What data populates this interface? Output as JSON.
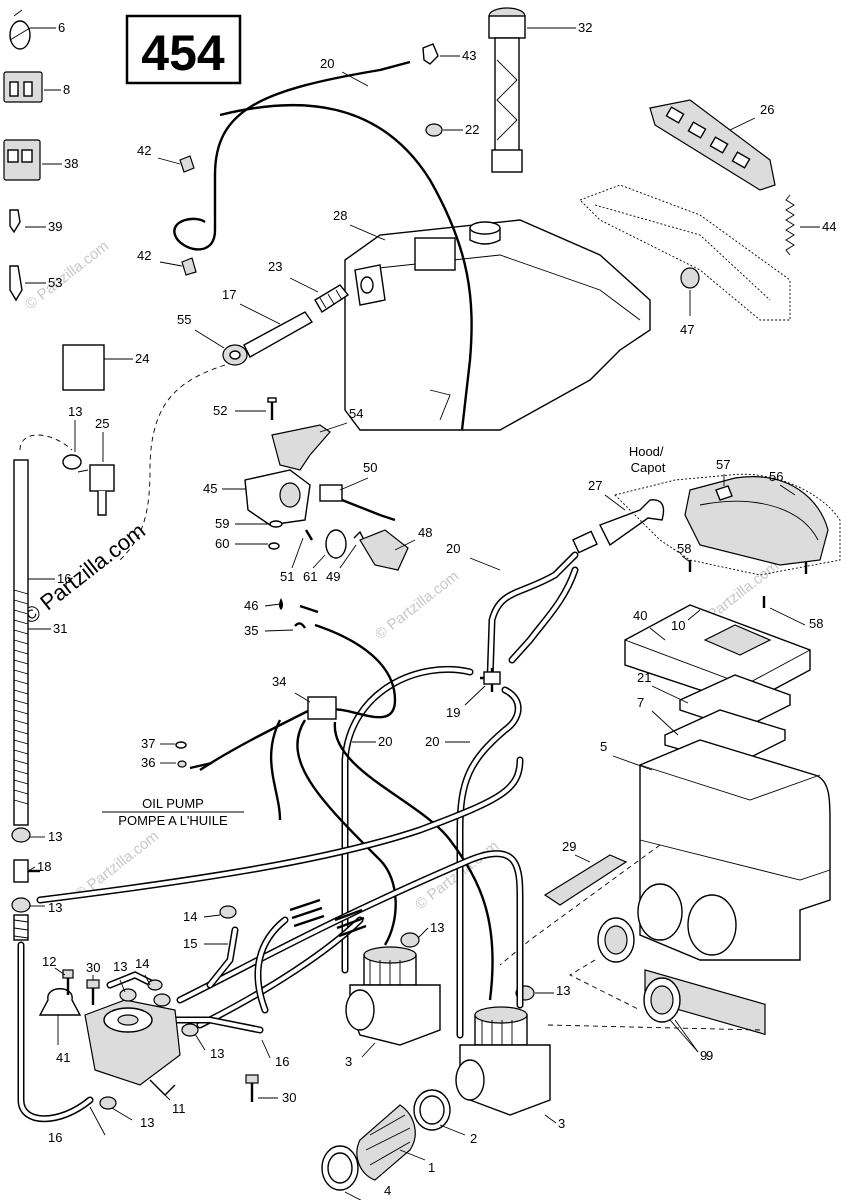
{
  "diagram_id": "454",
  "watermark": "© Partzilla.com",
  "labels": {
    "hood": "Hood/\nCapot",
    "oil_pump": "OIL PUMP",
    "pompe": "POMPE A L'HUILE"
  },
  "callouts": [
    "6",
    "8",
    "38",
    "39",
    "53",
    "24",
    "13",
    "25",
    "16",
    "31",
    "20",
    "43",
    "42",
    "22",
    "32",
    "28",
    "23",
    "17",
    "55",
    "26",
    "44",
    "47",
    "52",
    "54",
    "45",
    "50",
    "59",
    "60",
    "51",
    "61",
    "49",
    "48",
    "27",
    "57",
    "56",
    "58",
    "10",
    "40",
    "21",
    "7",
    "5",
    "46",
    "35",
    "34",
    "19",
    "37",
    "36",
    "18",
    "14",
    "15",
    "12",
    "30",
    "41",
    "11",
    "29",
    "9",
    "3",
    "2",
    "1",
    "4"
  ]
}
